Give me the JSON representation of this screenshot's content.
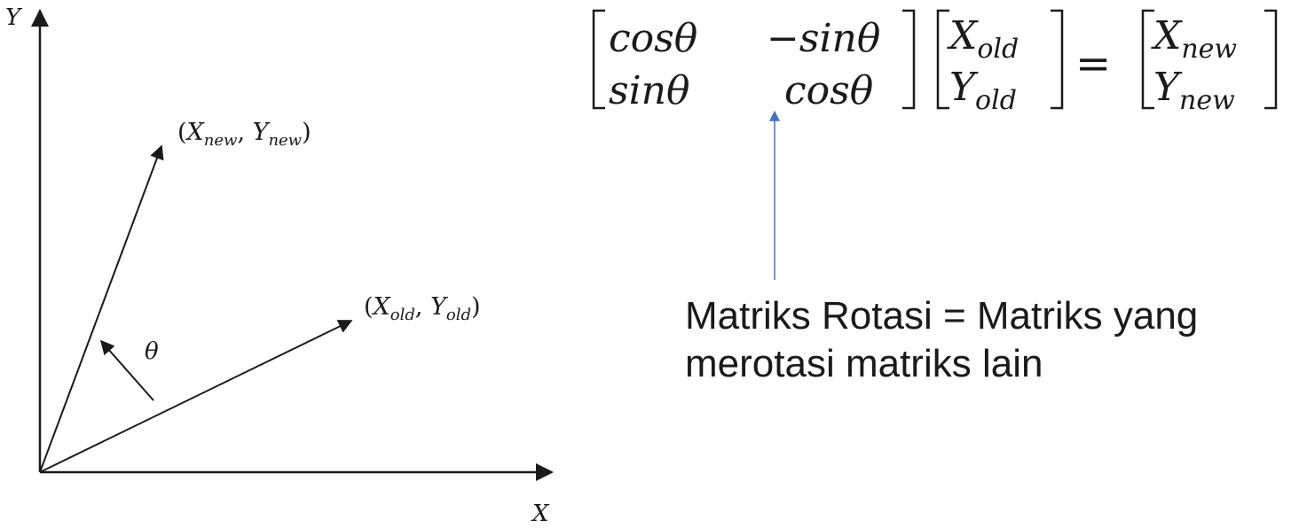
{
  "axes": {
    "y_label": "Y",
    "x_label": "X"
  },
  "vectors": {
    "new_point": "(X_new, Y_new)",
    "old_point": "(X_old, Y_old)",
    "angle": "θ"
  },
  "equation": {
    "matrix": {
      "r1c1": "cosθ",
      "r1c2": "−sinθ",
      "r2c1": "sinθ",
      "r2c2": "cosθ"
    },
    "old_vector": [
      "X_old",
      "Y_old"
    ],
    "equals": "=",
    "new_vector": [
      "X_new",
      "Y_new"
    ]
  },
  "caption": {
    "line1": "Matriks Rotasi = Matriks yang",
    "line2": "merotasi matriks lain"
  },
  "colors": {
    "ink": "#1a1a1a",
    "pointer": "#4472c4"
  }
}
